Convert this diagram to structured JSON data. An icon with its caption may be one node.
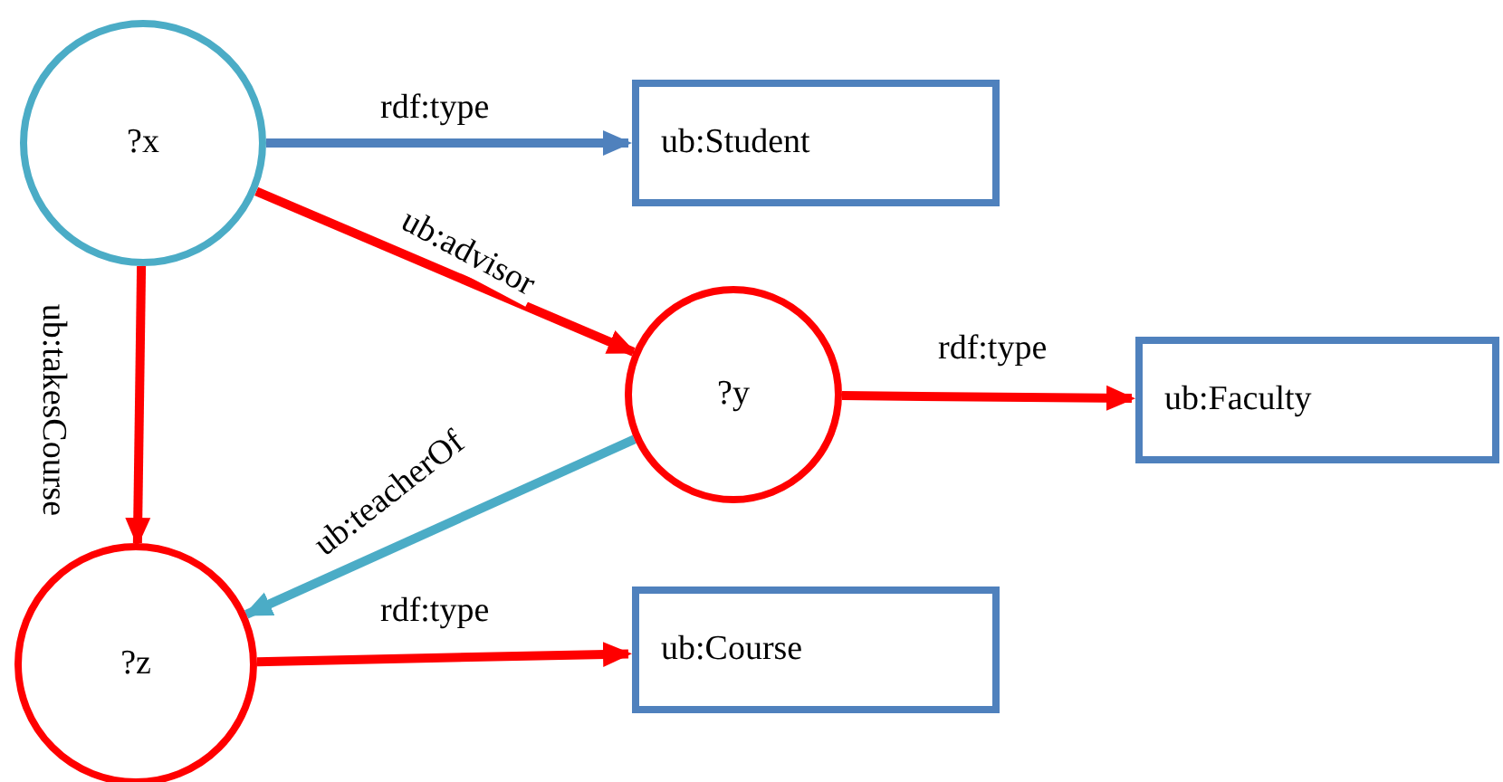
{
  "diagram": {
    "nodes": [
      {
        "text": [
          "?x"
        ]
      },
      {
        "text": [
          "ub:Student"
        ]
      },
      {
        "text": [
          "?y"
        ]
      },
      {
        "text": [
          "ub:Faculty"
        ]
      },
      {
        "text": [
          "?z"
        ]
      },
      {
        "text": [
          "ub:Course"
        ]
      }
    ],
    "edges": [
      {
        "from": 0,
        "to": 1,
        "arrow": "to",
        "label": "rdf:type",
        "color": "#4f81bd"
      },
      {
        "from": 0,
        "to": 2,
        "arrow": "to",
        "label": "ub:advisor"
      },
      {
        "from": 0,
        "to": 4,
        "arrow": "to",
        "label": "ub:takesCourse"
      },
      {
        "from": 2,
        "to": 4,
        "arrow": "to",
        "label": "ub:teacherOf",
        "color": "#4bacc6"
      },
      {
        "from": 2,
        "to": 3,
        "arrow": "to",
        "label": "rdf:type"
      },
      {
        "from": 4,
        "to": 5,
        "arrow": "to",
        "label": "rdf:type"
      }
    ]
  }
}
